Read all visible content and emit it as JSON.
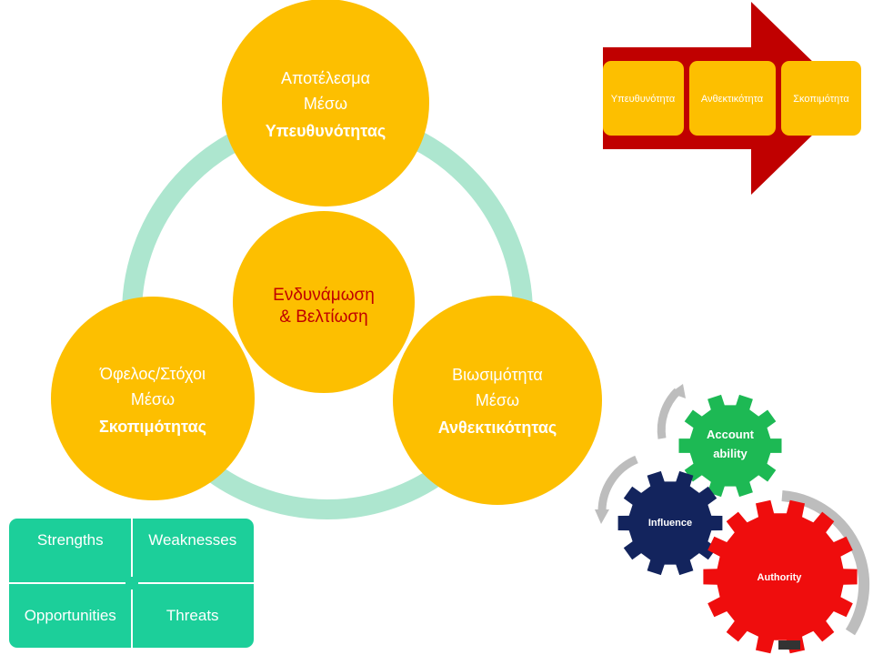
{
  "center": {
    "line1": "Ενδυνάμωση",
    "line2": "& Βελτίωση"
  },
  "circles": [
    {
      "line1": "Αποτέλεσμα",
      "line2": "Μέσω",
      "line3": "Υπευθυνότητας"
    },
    {
      "line1": "Βιωσιμότητα",
      "line2": "Μέσω",
      "line3": "Ανθεκτικότητας"
    },
    {
      "line1": "Όφελος/Στόχοι",
      "line2": "Μέσω",
      "line3": "Σκοπιμότητας"
    }
  ],
  "process": {
    "steps": [
      "Υπευθυνότητα",
      "Ανθεκτικότητα",
      "Σκοπιμότητα"
    ]
  },
  "swot": {
    "strengths": "Strengths",
    "weaknesses": "Weaknesses",
    "opportunities": "Opportunities",
    "threats": "Threats"
  },
  "gears": {
    "accountability_1": "Account",
    "accountability_2": "ability",
    "influence": "Influence",
    "authority": "Authority"
  },
  "colors": {
    "circle": "#fdbf00",
    "ring": "#ade6cf",
    "center_text": "#c00000",
    "arrow": "#c00000",
    "swot": "#1ccf9a",
    "gear_green": "#1db954",
    "gear_navy": "#13245d",
    "gear_red": "#ef0d0d"
  }
}
